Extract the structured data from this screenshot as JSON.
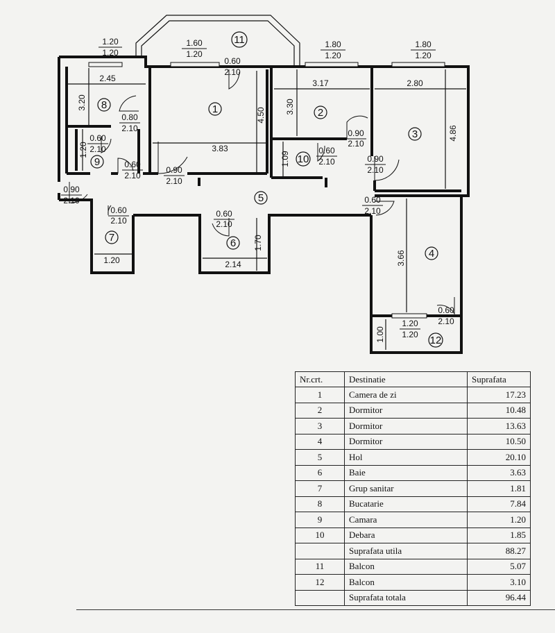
{
  "rooms": {
    "r1": "1",
    "r2": "2",
    "r3": "3",
    "r4": "4",
    "r5": "5",
    "r6": "6",
    "r7": "7",
    "r8": "8",
    "r9": "9",
    "r10": "10",
    "r11": "11",
    "r12": "12"
  },
  "windows": [
    {
      "w": "1.20",
      "h": "1.20"
    },
    {
      "w": "1.60",
      "h": "1.20"
    },
    {
      "w": "1.80",
      "h": "1.20"
    },
    {
      "w": "1.80",
      "h": "1.20"
    },
    {
      "w": "1.20",
      "h": "1.20"
    }
  ],
  "doors": [
    {
      "w": "0.60",
      "h": "2.10"
    },
    {
      "w": "0.80",
      "h": "2.10"
    },
    {
      "w": "0.60",
      "h": "2.10"
    },
    {
      "w": "0.60",
      "h": "2.10"
    },
    {
      "w": "0.90",
      "h": "2.10"
    },
    {
      "w": "0.90",
      "h": "2.10"
    },
    {
      "w": "0.60",
      "h": "2.10"
    },
    {
      "w": "0.90",
      "h": "2.10"
    },
    {
      "w": "0.90",
      "h": "2.10"
    },
    {
      "w": "0.60",
      "h": "2.10"
    },
    {
      "w": "0.60",
      "h": "2.10"
    },
    {
      "w": "0.60",
      "h": "2.10"
    },
    {
      "w": "0.60",
      "h": "2.10"
    }
  ],
  "dimensions": {
    "d245": "2.45",
    "d320": "3.20",
    "d120": "1.20",
    "d450": "4.50",
    "d383": "3.83",
    "d317": "3.17",
    "d330": "3.30",
    "d109": "1.09",
    "d280": "2.80",
    "d486": "4.86",
    "d170": "1.70",
    "d214": "2.14",
    "d120b": "1.20",
    "d366": "3.66",
    "d100": "1.00"
  },
  "table": {
    "headers": [
      "Nr.crt.",
      "Destinatie",
      "Suprafata"
    ],
    "rows": [
      {
        "nr": "1",
        "name": "Camera de zi",
        "area": "17.23"
      },
      {
        "nr": "2",
        "name": "Dormitor",
        "area": "10.48"
      },
      {
        "nr": "3",
        "name": "Dormitor",
        "area": "13.63"
      },
      {
        "nr": "4",
        "name": "Dormitor",
        "area": "10.50"
      },
      {
        "nr": "5",
        "name": "Hol",
        "area": "20.10"
      },
      {
        "nr": "6",
        "name": "Baie",
        "area": "3.63"
      },
      {
        "nr": "7",
        "name": "Grup sanitar",
        "area": "1.81"
      },
      {
        "nr": "8",
        "name": "Bucatarie",
        "area": "7.84"
      },
      {
        "nr": "9",
        "name": "Camara",
        "area": "1.20"
      },
      {
        "nr": "10",
        "name": "Debara",
        "area": "1.85"
      }
    ],
    "util": {
      "label": "Suprafata utila",
      "area": "88.27"
    },
    "balconies": [
      {
        "nr": "11",
        "name": "Balcon",
        "area": "5.07"
      },
      {
        "nr": "12",
        "name": "Balcon",
        "area": "3.10"
      }
    ],
    "total": {
      "label": "Suprafata totala",
      "area": "96.44"
    }
  }
}
